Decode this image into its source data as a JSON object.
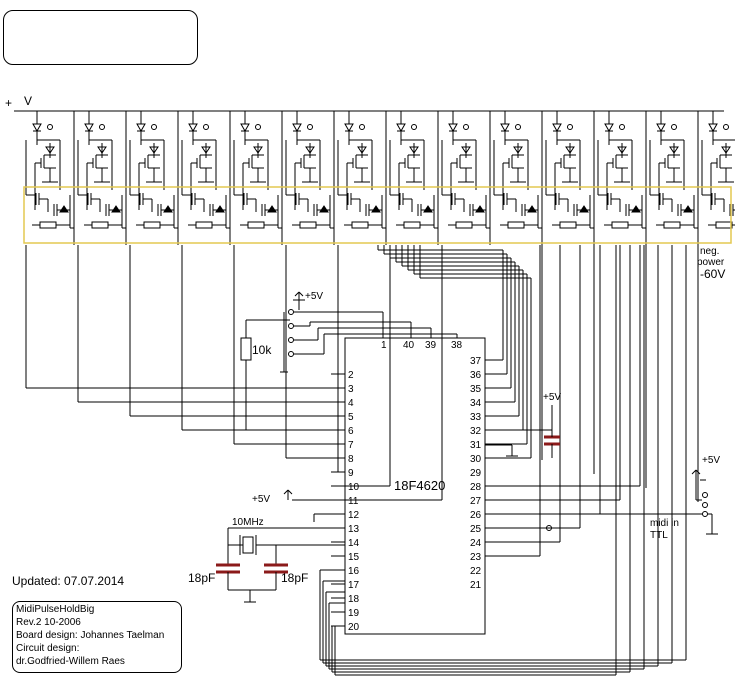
{
  "power": {
    "plus": "+",
    "rail": "V"
  },
  "neg_power": {
    "line1": "neg.",
    "line2": "power",
    "line3": "-60V"
  },
  "chip": {
    "name": "18F4620",
    "pins_top": [
      "1",
      "40",
      "39",
      "38"
    ],
    "pins_left": [
      "2",
      "3",
      "4",
      "5",
      "6",
      "7",
      "8",
      "9",
      "10",
      "11",
      "12",
      "13",
      "14",
      "15",
      "16",
      "17",
      "18",
      "19",
      "20"
    ],
    "pins_right": [
      "37",
      "36",
      "35",
      "34",
      "33",
      "32",
      "31",
      "30",
      "29",
      "28",
      "27",
      "26",
      "25",
      "24",
      "23",
      "22",
      "21"
    ]
  },
  "components": {
    "resistor": "10k",
    "crystal": "10MHz",
    "cap_left": "18pF",
    "cap_right": "18pF",
    "vcc_top": "+5V",
    "vcc_right": "+5V",
    "vcc_pin11": "+5V",
    "vcc_midi": "+5V",
    "midi_line1": "midi in",
    "midi_line2": "TTL"
  },
  "updated": "Updated:  07.07.2014",
  "info": {
    "line1": "MidiPulseHoldBig",
    "line2": "Rev.2 10-2006",
    "line3": "Board design:  Johannes Taelman",
    "line4": "Circuit design:",
    "line5": "dr.Godfried-Willem Raes"
  }
}
